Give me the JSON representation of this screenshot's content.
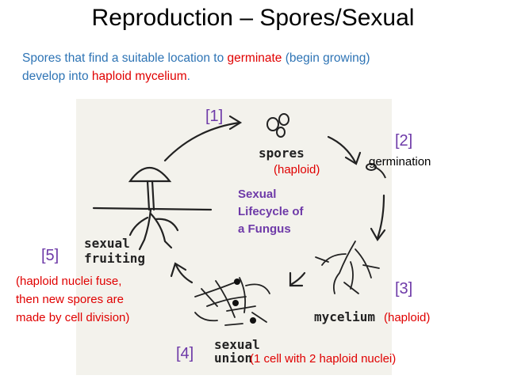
{
  "title": "Reproduction – Spores/Sexual",
  "intro": {
    "line1_a": "Spores that find a suitable location to ",
    "line1_b": "germinate",
    "line1_c": " (begin growing)",
    "line2_a": "develop into ",
    "line2_b": "haploid mycelium",
    "line2_c": "."
  },
  "diagram": {
    "hand_labels": {
      "spores": "spores",
      "mycelium": "mycelium",
      "sexual_union_1": "sexual",
      "sexual_union_2": "union",
      "sexual_fruiting_1": "sexual",
      "sexual_fruiting_2": "fruiting"
    },
    "center_label": [
      "Sexual",
      "Lifecycle of",
      "a Fungus"
    ]
  },
  "steps": [
    {
      "number": "[1]"
    },
    {
      "number": "[2]",
      "label": "germination"
    },
    {
      "number": "[3]"
    },
    {
      "number": "[4]"
    },
    {
      "number": "[5]"
    }
  ],
  "annotations": {
    "spores_haploid": "(haploid)",
    "mycelium_haploid": "(haploid)",
    "union_note": "(1 cell with 2 haploid nuclei)",
    "fruiting_note": [
      "(haploid nuclei fuse,",
      "then new spores are",
      "made by cell division)"
    ]
  },
  "colors": {
    "blue_text": "#2E74B5",
    "red_text": "#E00000",
    "purple_text": "#6E3AA8"
  }
}
